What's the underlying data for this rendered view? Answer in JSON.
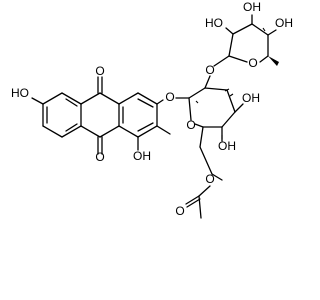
{
  "molecule": {
    "atom_labels": {
      "o_top": "O",
      "o_bottom": "O",
      "ho_left": "HO",
      "oh_peri": "OH",
      "o_glyco": "O",
      "o_ring_glc": "O",
      "oh_glc3": "OH",
      "oh_glc4": "OH",
      "o_ester": "O",
      "o_carbonyl": "O",
      "o_link_rha": "O",
      "o_ring_rha": "O",
      "ho_rha2": "HO",
      "oh_rha3": "OH",
      "oh_rha4": "OH"
    }
  }
}
